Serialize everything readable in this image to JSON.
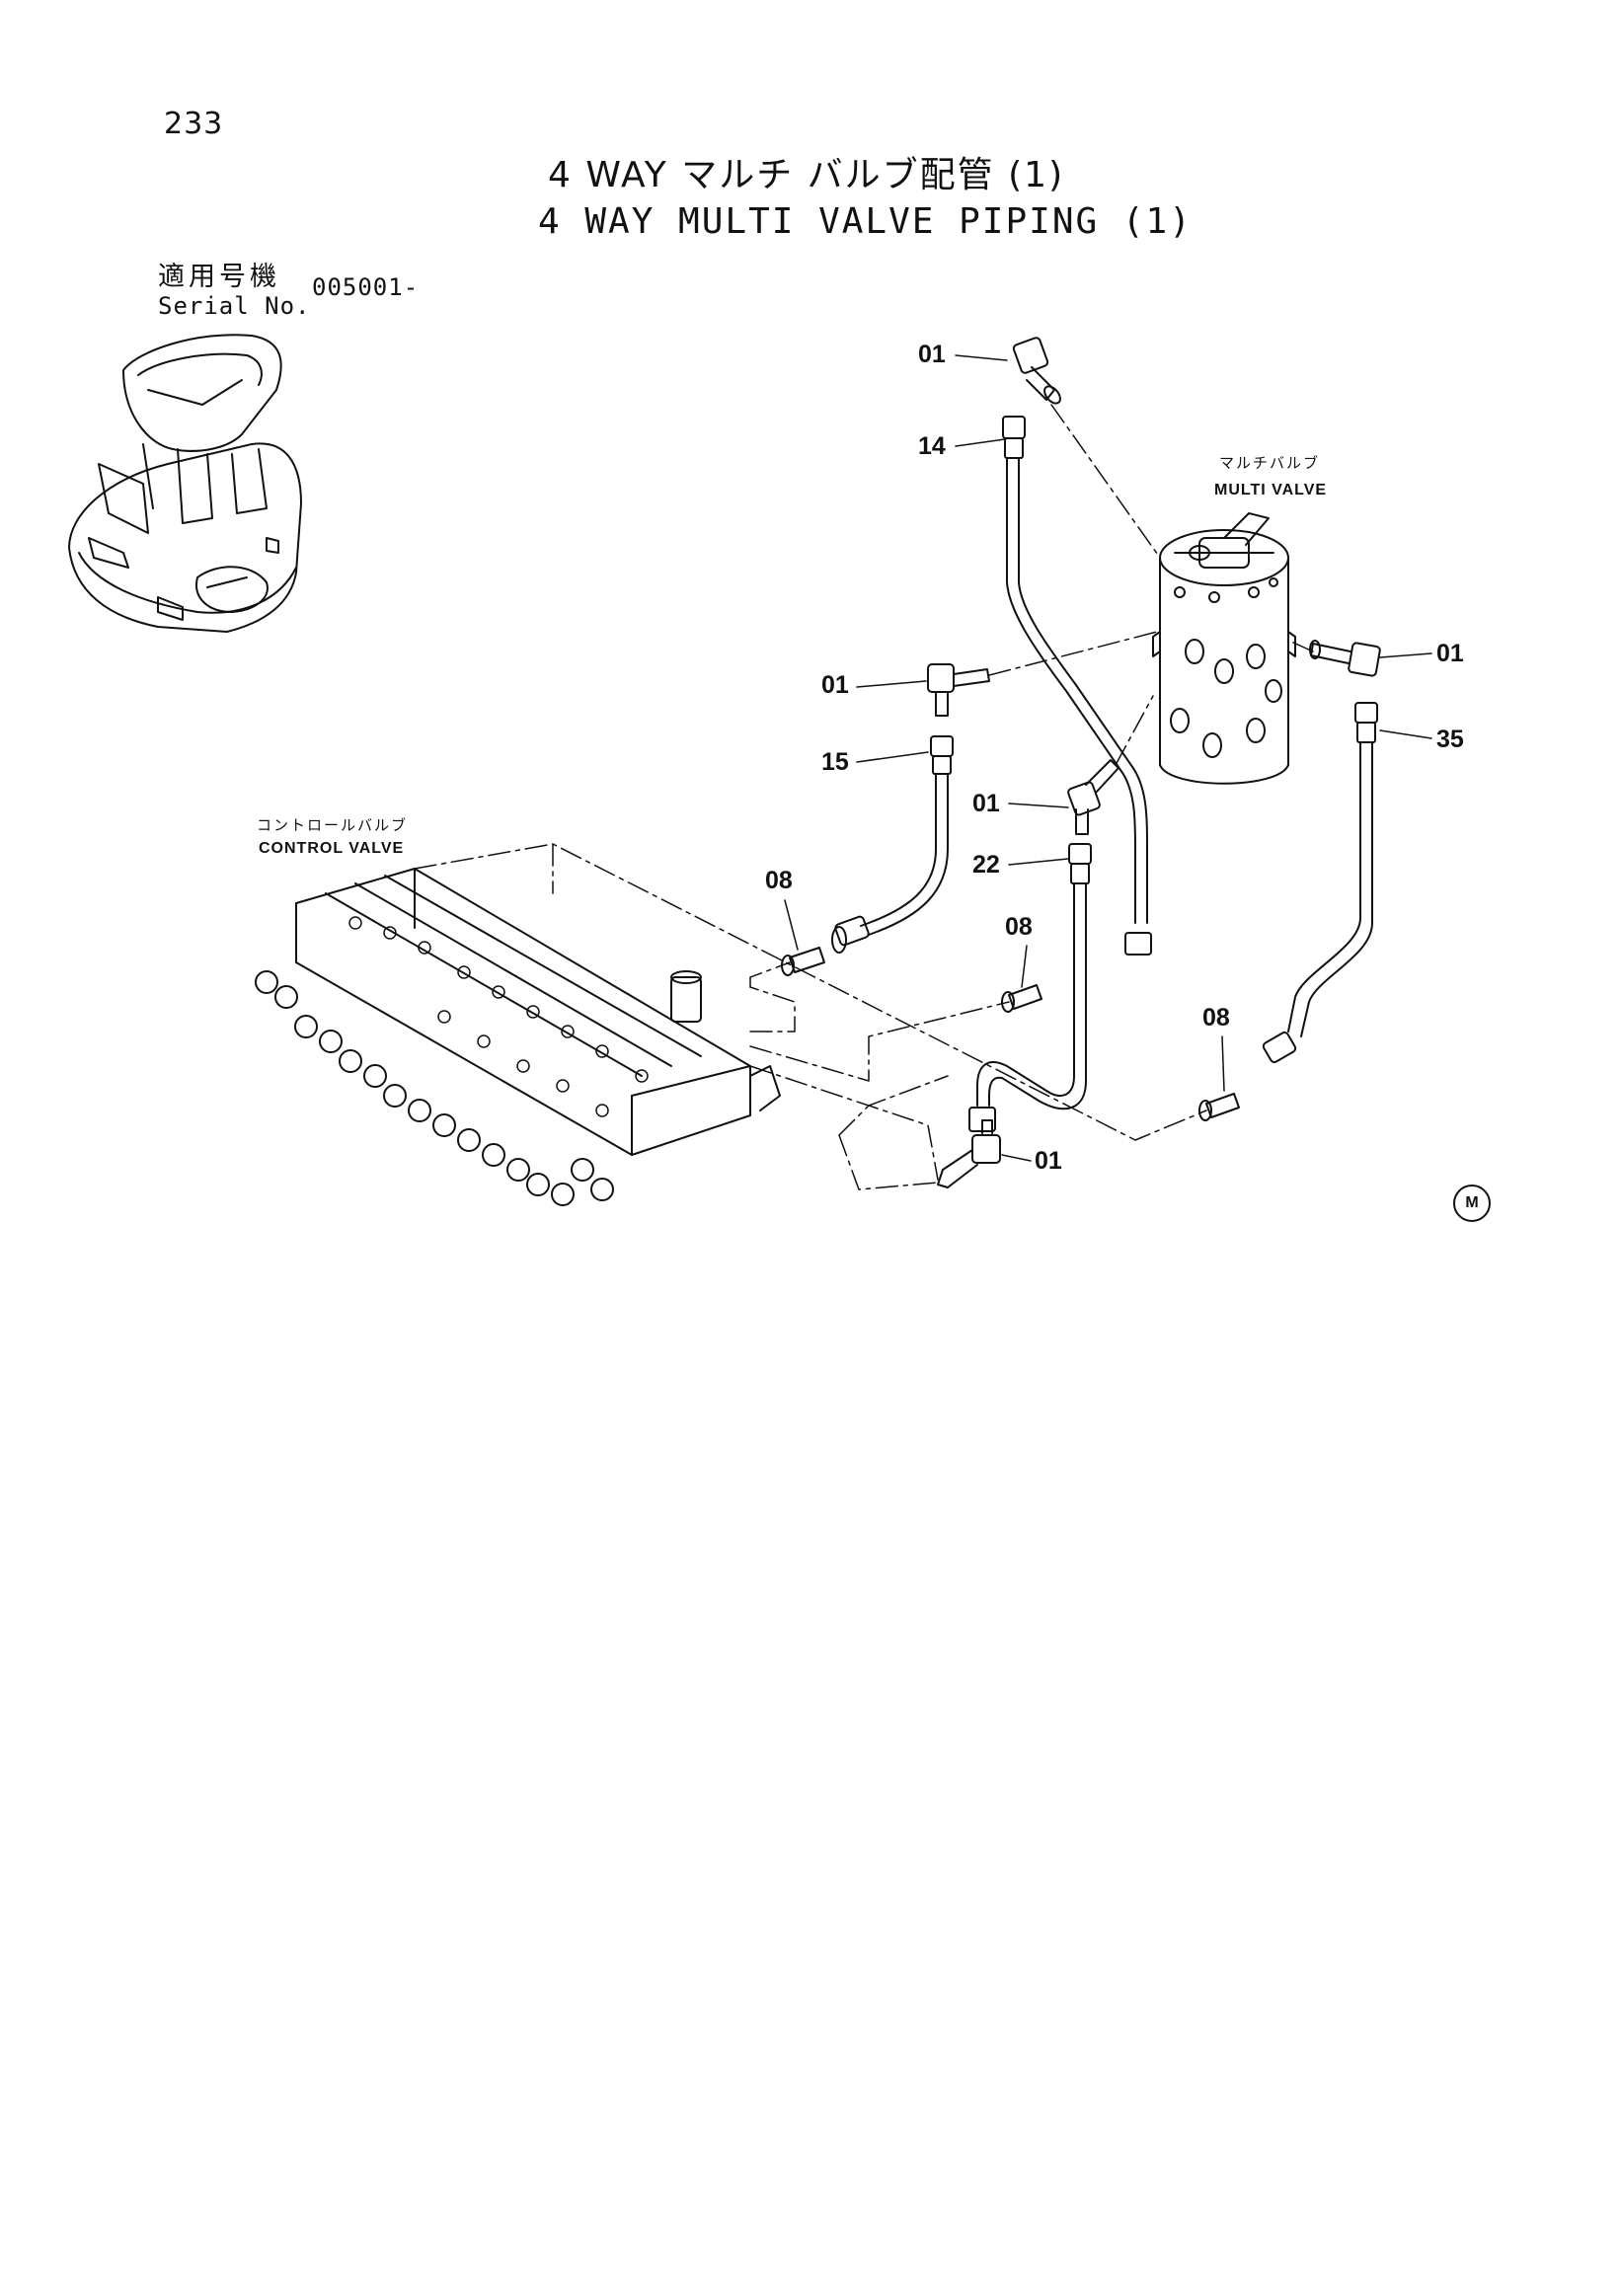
{
  "page_number": "233",
  "title": {
    "jp": "4 WAY マルチ バルブ配管 (1)",
    "en": "4 WAY MULTI VALVE PIPING (1)"
  },
  "serial": {
    "jp_label": "適用号機",
    "en_label": "Serial No.",
    "value": "005001-"
  },
  "components": {
    "multi_valve": {
      "jp": "マルチバルブ",
      "en": "MULTI VALVE"
    },
    "control_valve": {
      "jp": "コントロールバルブ",
      "en": "CONTROL VALVE"
    }
  },
  "callouts": [
    "01",
    "14",
    "01",
    "15",
    "01",
    "01",
    "22",
    "35",
    "08",
    "08",
    "08",
    "01"
  ],
  "marker": "M"
}
